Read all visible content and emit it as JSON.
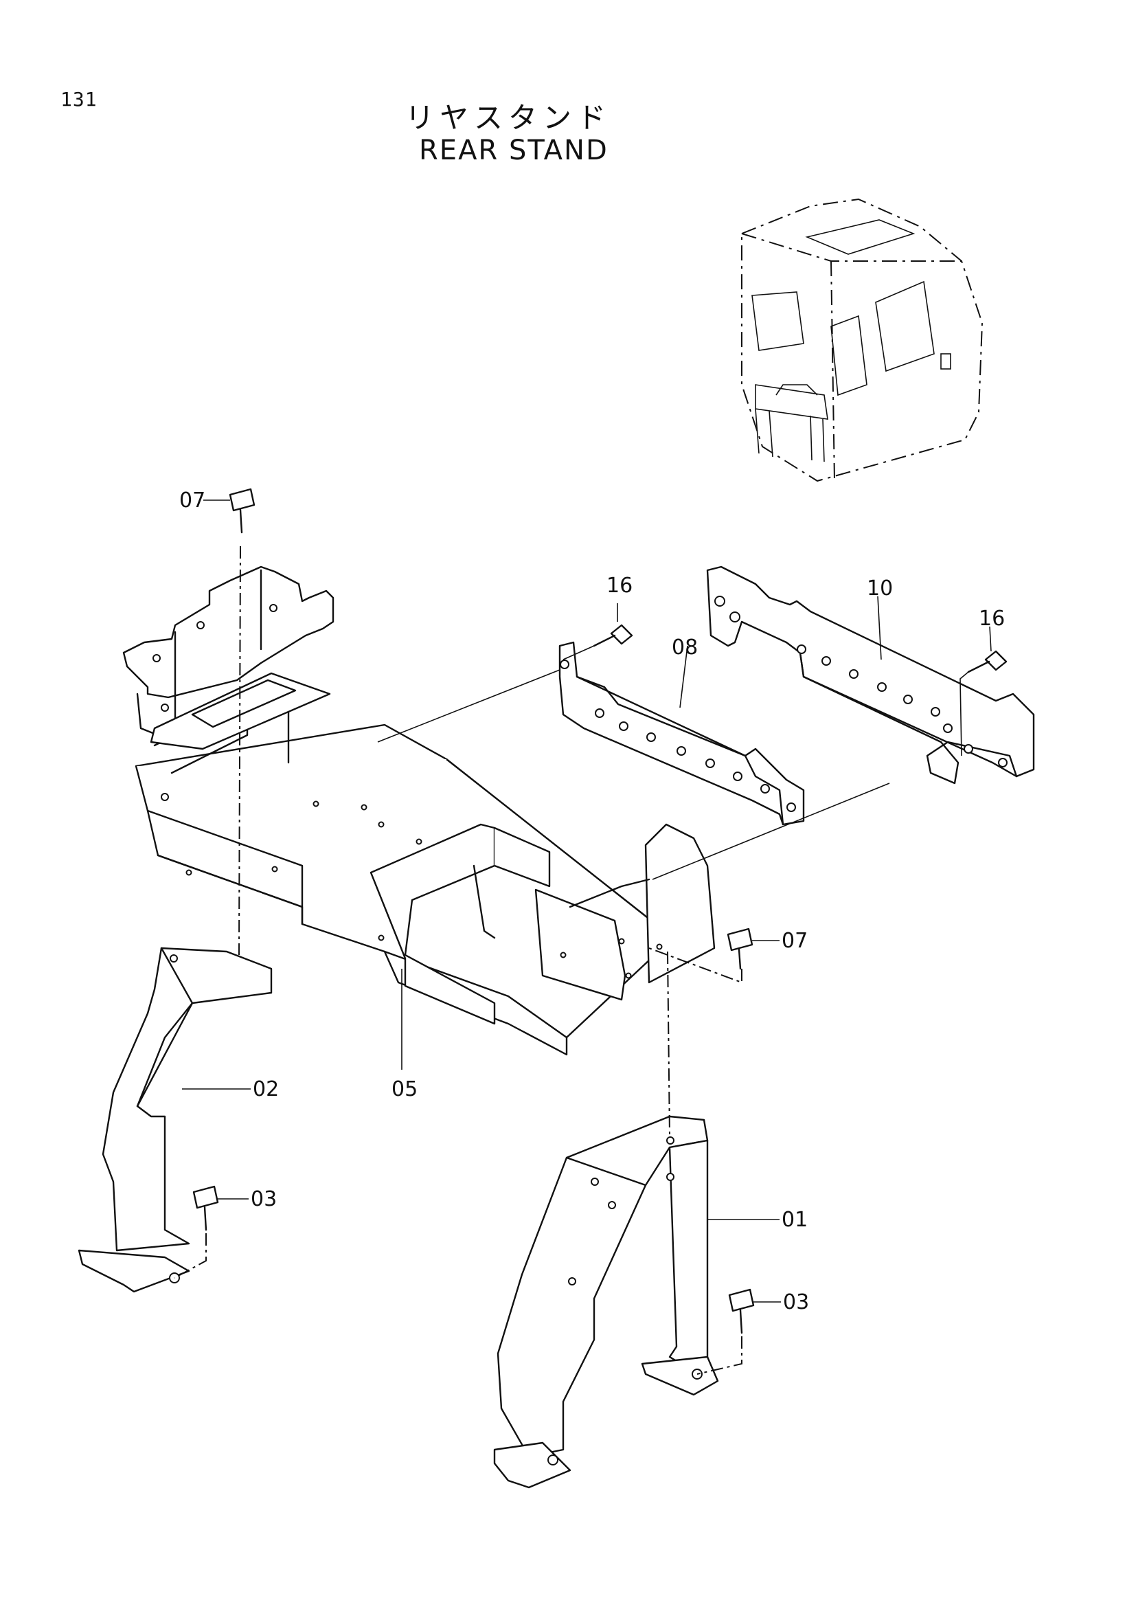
{
  "page": {
    "number": "131",
    "title_jp": "リヤスタンド",
    "title_en": "REAR STAND"
  },
  "callouts": [
    {
      "id": "c07a",
      "label": "07"
    },
    {
      "id": "c16a",
      "label": "16"
    },
    {
      "id": "c08",
      "label": "08"
    },
    {
      "id": "c10",
      "label": "10"
    },
    {
      "id": "c16b",
      "label": "16"
    },
    {
      "id": "c07b",
      "label": "07"
    },
    {
      "id": "c02",
      "label": "02"
    },
    {
      "id": "c05",
      "label": "05"
    },
    {
      "id": "c03a",
      "label": "03"
    },
    {
      "id": "c01",
      "label": "01"
    },
    {
      "id": "c03b",
      "label": "03"
    }
  ]
}
